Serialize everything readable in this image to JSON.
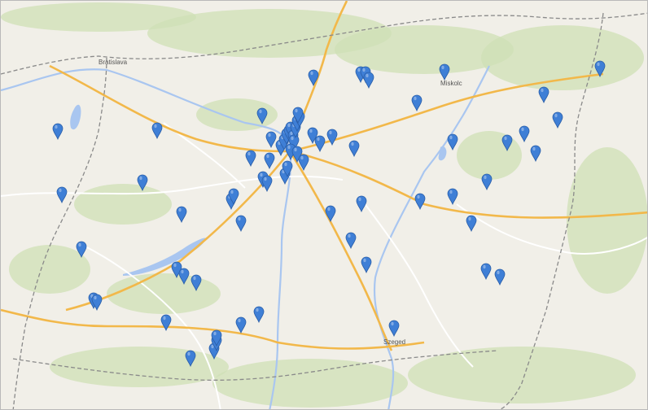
{
  "map": {
    "colors": {
      "background": "#f1efe8",
      "forest": "#cfe0b5",
      "lake": "#a9c6f0",
      "river": "#a9c6f0",
      "road_major": "#f2b84a",
      "road_minor": "#ffffff",
      "border": "#8a8a8a",
      "marker_fill": "#3f7fd6",
      "marker_stroke": "#2a5ea8"
    },
    "place_labels": [
      "Bratislava",
      "Miskolc",
      "Szeged"
    ],
    "marker_icon": "map-pin-icon",
    "marker_count": 68
  }
}
